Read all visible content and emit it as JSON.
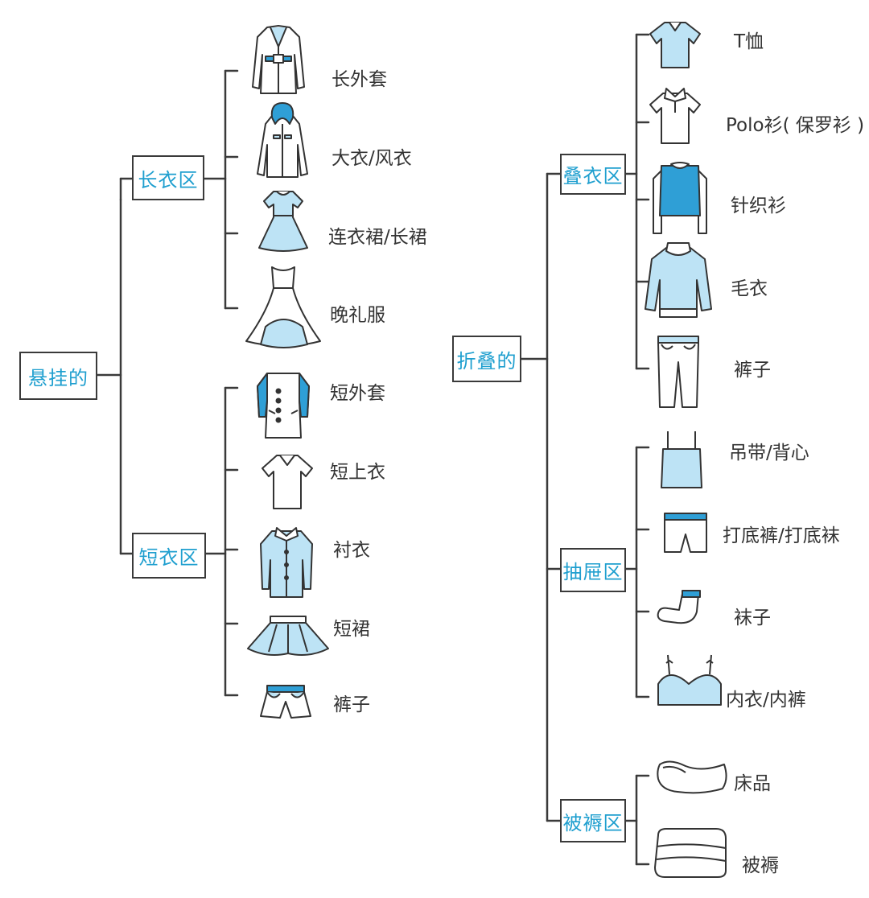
{
  "colors": {
    "line": "#3a3a3a",
    "accent_text": "#1f9fcf",
    "fill_light": "#bde3f5",
    "fill_dark": "#2f9fd6"
  },
  "hanging": {
    "label": "悬挂的",
    "long_zone": {
      "label": "长衣区",
      "items": [
        {
          "label": "长外套",
          "icon": "long-coat-icon"
        },
        {
          "label": "大衣/风衣",
          "icon": "overcoat-icon"
        },
        {
          "label": "连衣裙/长裙",
          "icon": "dress-icon"
        },
        {
          "label": "晚礼服",
          "icon": "evening-gown-icon"
        }
      ]
    },
    "short_zone": {
      "label": "短衣区",
      "items": [
        {
          "label": "短外套",
          "icon": "short-jacket-icon"
        },
        {
          "label": "短上衣",
          "icon": "short-top-icon"
        },
        {
          "label": "衬衣",
          "icon": "shirt-icon"
        },
        {
          "label": "短裙",
          "icon": "short-skirt-icon"
        },
        {
          "label": "裤子",
          "icon": "shorts-icon"
        }
      ]
    }
  },
  "folded": {
    "label": "折叠的",
    "fold_zone": {
      "label": "叠衣区",
      "items": [
        {
          "label": "T恤",
          "icon": "tshirt-icon"
        },
        {
          "label": "Polo衫( 保罗衫 )",
          "icon": "polo-shirt-icon"
        },
        {
          "label": "针织衫",
          "icon": "knit-top-icon"
        },
        {
          "label": "毛衣",
          "icon": "sweater-icon"
        },
        {
          "label": "裤子",
          "icon": "pants-icon"
        }
      ]
    },
    "drawer_zone": {
      "label": "抽屉区",
      "items": [
        {
          "label": "吊带/背心",
          "icon": "camisole-icon"
        },
        {
          "label": "打底裤/打底袜",
          "icon": "leggings-icon"
        },
        {
          "label": "袜子",
          "icon": "sock-icon"
        },
        {
          "label": "内衣/内裤",
          "icon": "bra-icon"
        }
      ]
    },
    "bedding_zone": {
      "label": "被褥区",
      "items": [
        {
          "label": "床品",
          "icon": "pillow-icon"
        },
        {
          "label": "被褥",
          "icon": "quilt-icon"
        }
      ]
    }
  }
}
